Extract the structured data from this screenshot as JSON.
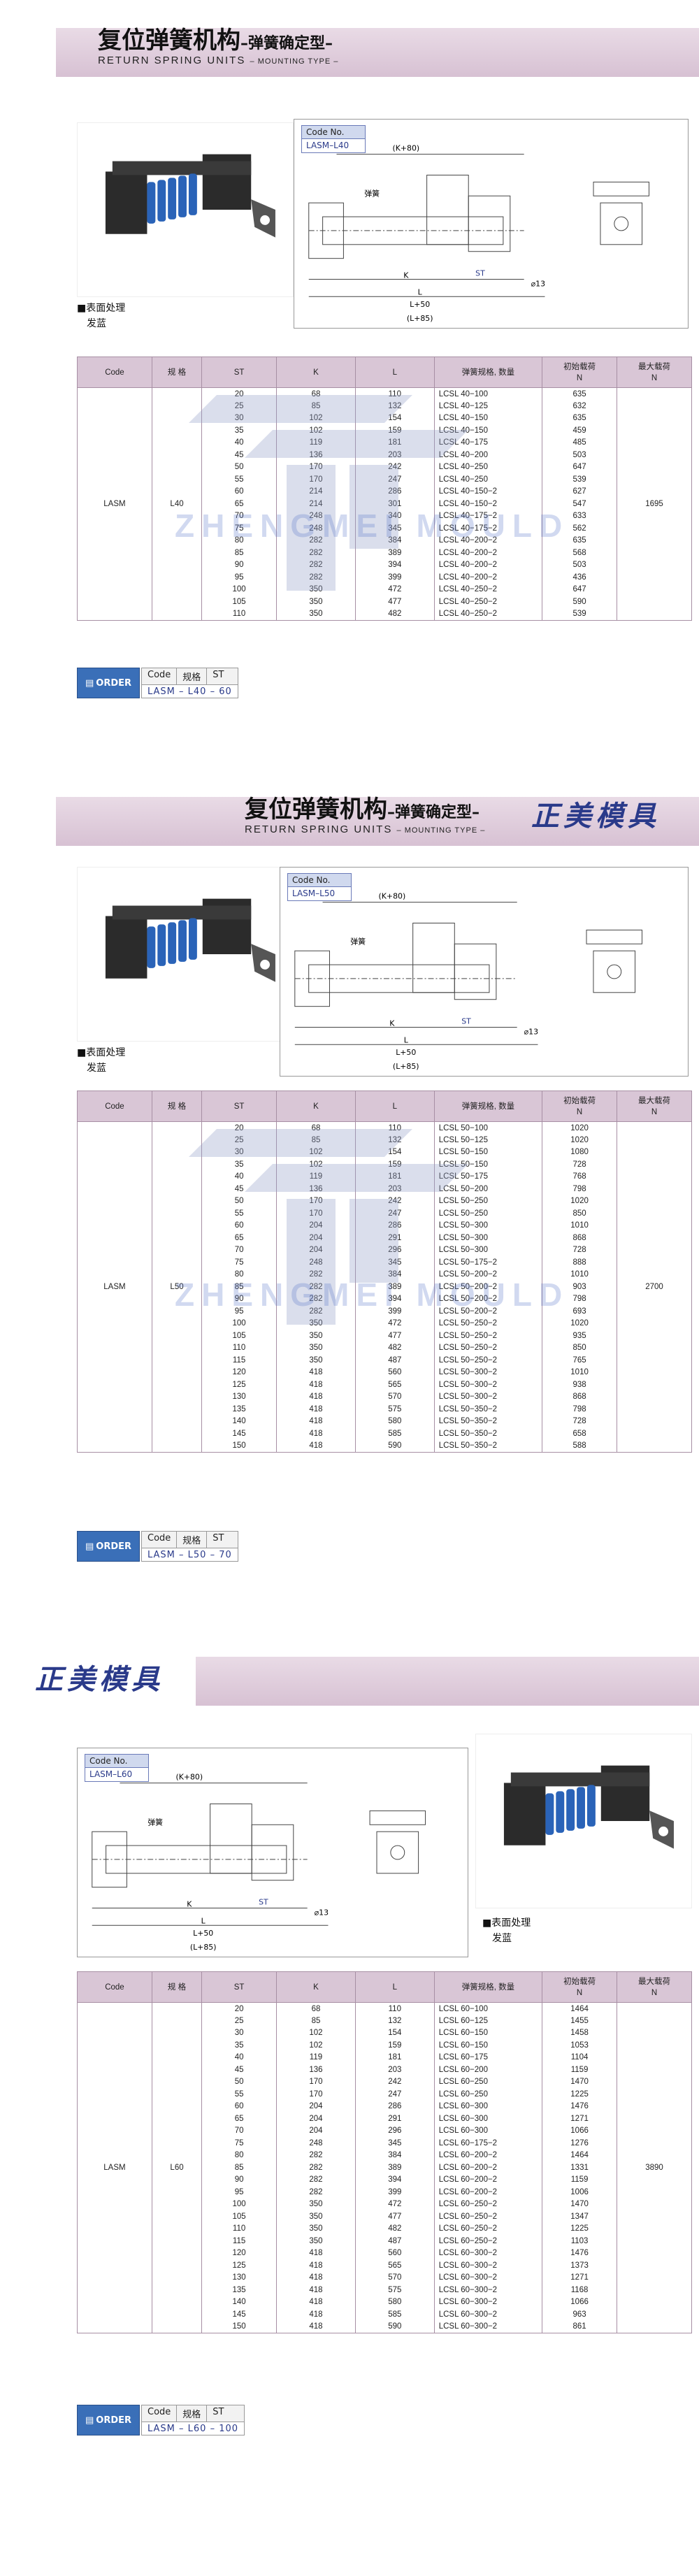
{
  "sections": [
    {
      "title_cn": "复位弹簧机构",
      "title_cn_sub": "–弹簧确定型–",
      "title_en": "RETURN SPRING UNITS",
      "title_en_sub": "– MOUNTING TYPE –",
      "brand": "",
      "treatment": "■表面处理",
      "treatment_value": "发蓝",
      "code_label": "Code No.",
      "code_value": "LASM–L40",
      "headers": {
        "code": "Code",
        "spec": "规 格",
        "st": "ST",
        "k": "K",
        "l": "L",
        "spring": "弹簧规格, 数量",
        "init": "初始载荷\nN",
        "max": "最大载荷\nN"
      },
      "code": "LASM",
      "size": "L40",
      "max_load": "1695",
      "rows": [
        [
          "20",
          "68",
          "110",
          "LCSL 40−100",
          "635"
        ],
        [
          "25",
          "85",
          "132",
          "LCSL 40−125",
          "632"
        ],
        [
          "30",
          "102",
          "154",
          "LCSL 40−150",
          "635"
        ],
        [
          "35",
          "102",
          "159",
          "LCSL 40−150",
          "459"
        ],
        [
          "40",
          "119",
          "181",
          "LCSL 40−175",
          "485"
        ],
        [
          "45",
          "136",
          "203",
          "LCSL 40−200",
          "503"
        ],
        [
          "50",
          "170",
          "242",
          "LCSL 40−250",
          "647"
        ],
        [
          "55",
          "170",
          "247",
          "LCSL 40−250",
          "539"
        ],
        [
          "60",
          "214",
          "286",
          "LCSL 40−150−2",
          "627"
        ],
        [
          "65",
          "214",
          "301",
          "LCSL 40−150−2",
          "547"
        ],
        [
          "70",
          "248",
          "340",
          "LCSL 40−175−2",
          "633"
        ],
        [
          "75",
          "248",
          "345",
          "LCSL 40−175−2",
          "562"
        ],
        [
          "80",
          "282",
          "384",
          "LCSL 40−200−2",
          "635"
        ],
        [
          "85",
          "282",
          "389",
          "LCSL 40−200−2",
          "568"
        ],
        [
          "90",
          "282",
          "394",
          "LCSL 40−200−2",
          "503"
        ],
        [
          "95",
          "282",
          "399",
          "LCSL 40−200−2",
          "436"
        ],
        [
          "100",
          "350",
          "472",
          "LCSL 40−250−2",
          "647"
        ],
        [
          "105",
          "350",
          "477",
          "LCSL 40−250−2",
          "590"
        ],
        [
          "110",
          "350",
          "482",
          "LCSL 40−250−2",
          "539"
        ]
      ],
      "order_badge": "ORDER",
      "order_cols": [
        "Code",
        "规格",
        "ST"
      ],
      "order_example": "LASM – L40 – 60"
    },
    {
      "title_cn": "复位弹簧机构",
      "title_cn_sub": "–弹簧确定型–",
      "title_en": "RETURN SPRING UNITS",
      "title_en_sub": "– MOUNTING TYPE –",
      "brand": "正美模具",
      "treatment": "■表面处理",
      "treatment_value": "发蓝",
      "code_label": "Code No.",
      "code_value": "LASM–L50",
      "headers": {
        "code": "Code",
        "spec": "规 格",
        "st": "ST",
        "k": "K",
        "l": "L",
        "spring": "弹簧规格, 数量",
        "init": "初始载荷\nN",
        "max": "最大载荷\nN"
      },
      "code": "LASM",
      "size": "L50",
      "max_load": "2700",
      "rows": [
        [
          "20",
          "68",
          "110",
          "LCSL 50−100",
          "1020"
        ],
        [
          "25",
          "85",
          "132",
          "LCSL 50−125",
          "1020"
        ],
        [
          "30",
          "102",
          "154",
          "LCSL 50−150",
          "1080"
        ],
        [
          "35",
          "102",
          "159",
          "LCSL 50−150",
          "728"
        ],
        [
          "40",
          "119",
          "181",
          "LCSL 50−175",
          "768"
        ],
        [
          "45",
          "136",
          "203",
          "LCSL 50−200",
          "798"
        ],
        [
          "50",
          "170",
          "242",
          "LCSL 50−250",
          "1020"
        ],
        [
          "55",
          "170",
          "247",
          "LCSL 50−250",
          "850"
        ],
        [
          "60",
          "204",
          "286",
          "LCSL 50−300",
          "1010"
        ],
        [
          "65",
          "204",
          "291",
          "LCSL 50−300",
          "868"
        ],
        [
          "70",
          "204",
          "296",
          "LCSL 50−300",
          "728"
        ],
        [
          "75",
          "248",
          "345",
          "LCSL 50−175−2",
          "888"
        ],
        [
          "80",
          "282",
          "384",
          "LCSL 50−200−2",
          "1010"
        ],
        [
          "85",
          "282",
          "389",
          "LCSL 50−200−2",
          "903"
        ],
        [
          "90",
          "282",
          "394",
          "LCSL 50−200−2",
          "798"
        ],
        [
          "95",
          "282",
          "399",
          "LCSL 50−200−2",
          "693"
        ],
        [
          "100",
          "350",
          "472",
          "LCSL 50−250−2",
          "1020"
        ],
        [
          "105",
          "350",
          "477",
          "LCSL 50−250−2",
          "935"
        ],
        [
          "110",
          "350",
          "482",
          "LCSL 50−250−2",
          "850"
        ],
        [
          "115",
          "350",
          "487",
          "LCSL 50−250−2",
          "765"
        ],
        [
          "120",
          "418",
          "560",
          "LCSL 50−300−2",
          "1010"
        ],
        [
          "125",
          "418",
          "565",
          "LCSL 50−300−2",
          "938"
        ],
        [
          "130",
          "418",
          "570",
          "LCSL 50−300−2",
          "868"
        ],
        [
          "135",
          "418",
          "575",
          "LCSL 50−350−2",
          "798"
        ],
        [
          "140",
          "418",
          "580",
          "LCSL 50−350−2",
          "728"
        ],
        [
          "145",
          "418",
          "585",
          "LCSL 50−350−2",
          "658"
        ],
        [
          "150",
          "418",
          "590",
          "LCSL 50−350−2",
          "588"
        ]
      ],
      "order_badge": "ORDER",
      "order_cols": [
        "Code",
        "规格",
        "ST"
      ],
      "order_example": "LASM – L50 – 70"
    },
    {
      "title_cn": "",
      "title_cn_sub": "",
      "title_en": "",
      "title_en_sub": "",
      "brand": "正美模具",
      "treatment": "■表面处理",
      "treatment_value": "发蓝",
      "code_label": "Code No.",
      "code_value": "LASM–L60",
      "headers": {
        "code": "Code",
        "spec": "规 格",
        "st": "ST",
        "k": "K",
        "l": "L",
        "spring": "弹簧规格, 数量",
        "init": "初始载荷\nN",
        "max": "最大载荷\nN"
      },
      "code": "LASM",
      "size": "L60",
      "max_load": "3890",
      "rows": [
        [
          "20",
          "68",
          "110",
          "LCSL 60−100",
          "1464"
        ],
        [
          "25",
          "85",
          "132",
          "LCSL 60−125",
          "1455"
        ],
        [
          "30",
          "102",
          "154",
          "LCSL 60−150",
          "1458"
        ],
        [
          "35",
          "102",
          "159",
          "LCSL 60−150",
          "1053"
        ],
        [
          "40",
          "119",
          "181",
          "LCSL 60−175",
          "1104"
        ],
        [
          "45",
          "136",
          "203",
          "LCSL 60−200",
          "1159"
        ],
        [
          "50",
          "170",
          "242",
          "LCSL 60−250",
          "1470"
        ],
        [
          "55",
          "170",
          "247",
          "LCSL 60−250",
          "1225"
        ],
        [
          "60",
          "204",
          "286",
          "LCSL 60−300",
          "1476"
        ],
        [
          "65",
          "204",
          "291",
          "LCSL 60−300",
          "1271"
        ],
        [
          "70",
          "204",
          "296",
          "LCSL 60−300",
          "1066"
        ],
        [
          "75",
          "248",
          "345",
          "LCSL 60−175−2",
          "1276"
        ],
        [
          "80",
          "282",
          "384",
          "LCSL 60−200−2",
          "1464"
        ],
        [
          "85",
          "282",
          "389",
          "LCSL 60−200−2",
          "1331"
        ],
        [
          "90",
          "282",
          "394",
          "LCSL 60−200−2",
          "1159"
        ],
        [
          "95",
          "282",
          "399",
          "LCSL 60−200−2",
          "1006"
        ],
        [
          "100",
          "350",
          "472",
          "LCSL 60−250−2",
          "1470"
        ],
        [
          "105",
          "350",
          "477",
          "LCSL 60−250−2",
          "1347"
        ],
        [
          "110",
          "350",
          "482",
          "LCSL 60−250−2",
          "1225"
        ],
        [
          "115",
          "350",
          "487",
          "LCSL 60−250−2",
          "1103"
        ],
        [
          "120",
          "418",
          "560",
          "LCSL 60−300−2",
          "1476"
        ],
        [
          "125",
          "418",
          "565",
          "LCSL 60−300−2",
          "1373"
        ],
        [
          "130",
          "418",
          "570",
          "LCSL 60−300−2",
          "1271"
        ],
        [
          "135",
          "418",
          "575",
          "LCSL 60−300−2",
          "1168"
        ],
        [
          "140",
          "418",
          "580",
          "LCSL 60−300−2",
          "1066"
        ],
        [
          "145",
          "418",
          "585",
          "LCSL 60−300−2",
          "963"
        ],
        [
          "150",
          "418",
          "590",
          "LCSL 60−300−2",
          "861"
        ]
      ],
      "order_badge": "ORDER",
      "order_cols": [
        "Code",
        "规格",
        "ST"
      ],
      "order_example": "LASM – L60 – 100"
    }
  ],
  "drawing_labels": {
    "k80": "(K+80)",
    "spring": "弹簧",
    "phi13": "⌀13",
    "l50": "L+50",
    "l85": "(L+85)",
    "k": "K",
    "l": "L",
    "st": "ST"
  },
  "watermark": "ZHENGMEI MOULD"
}
